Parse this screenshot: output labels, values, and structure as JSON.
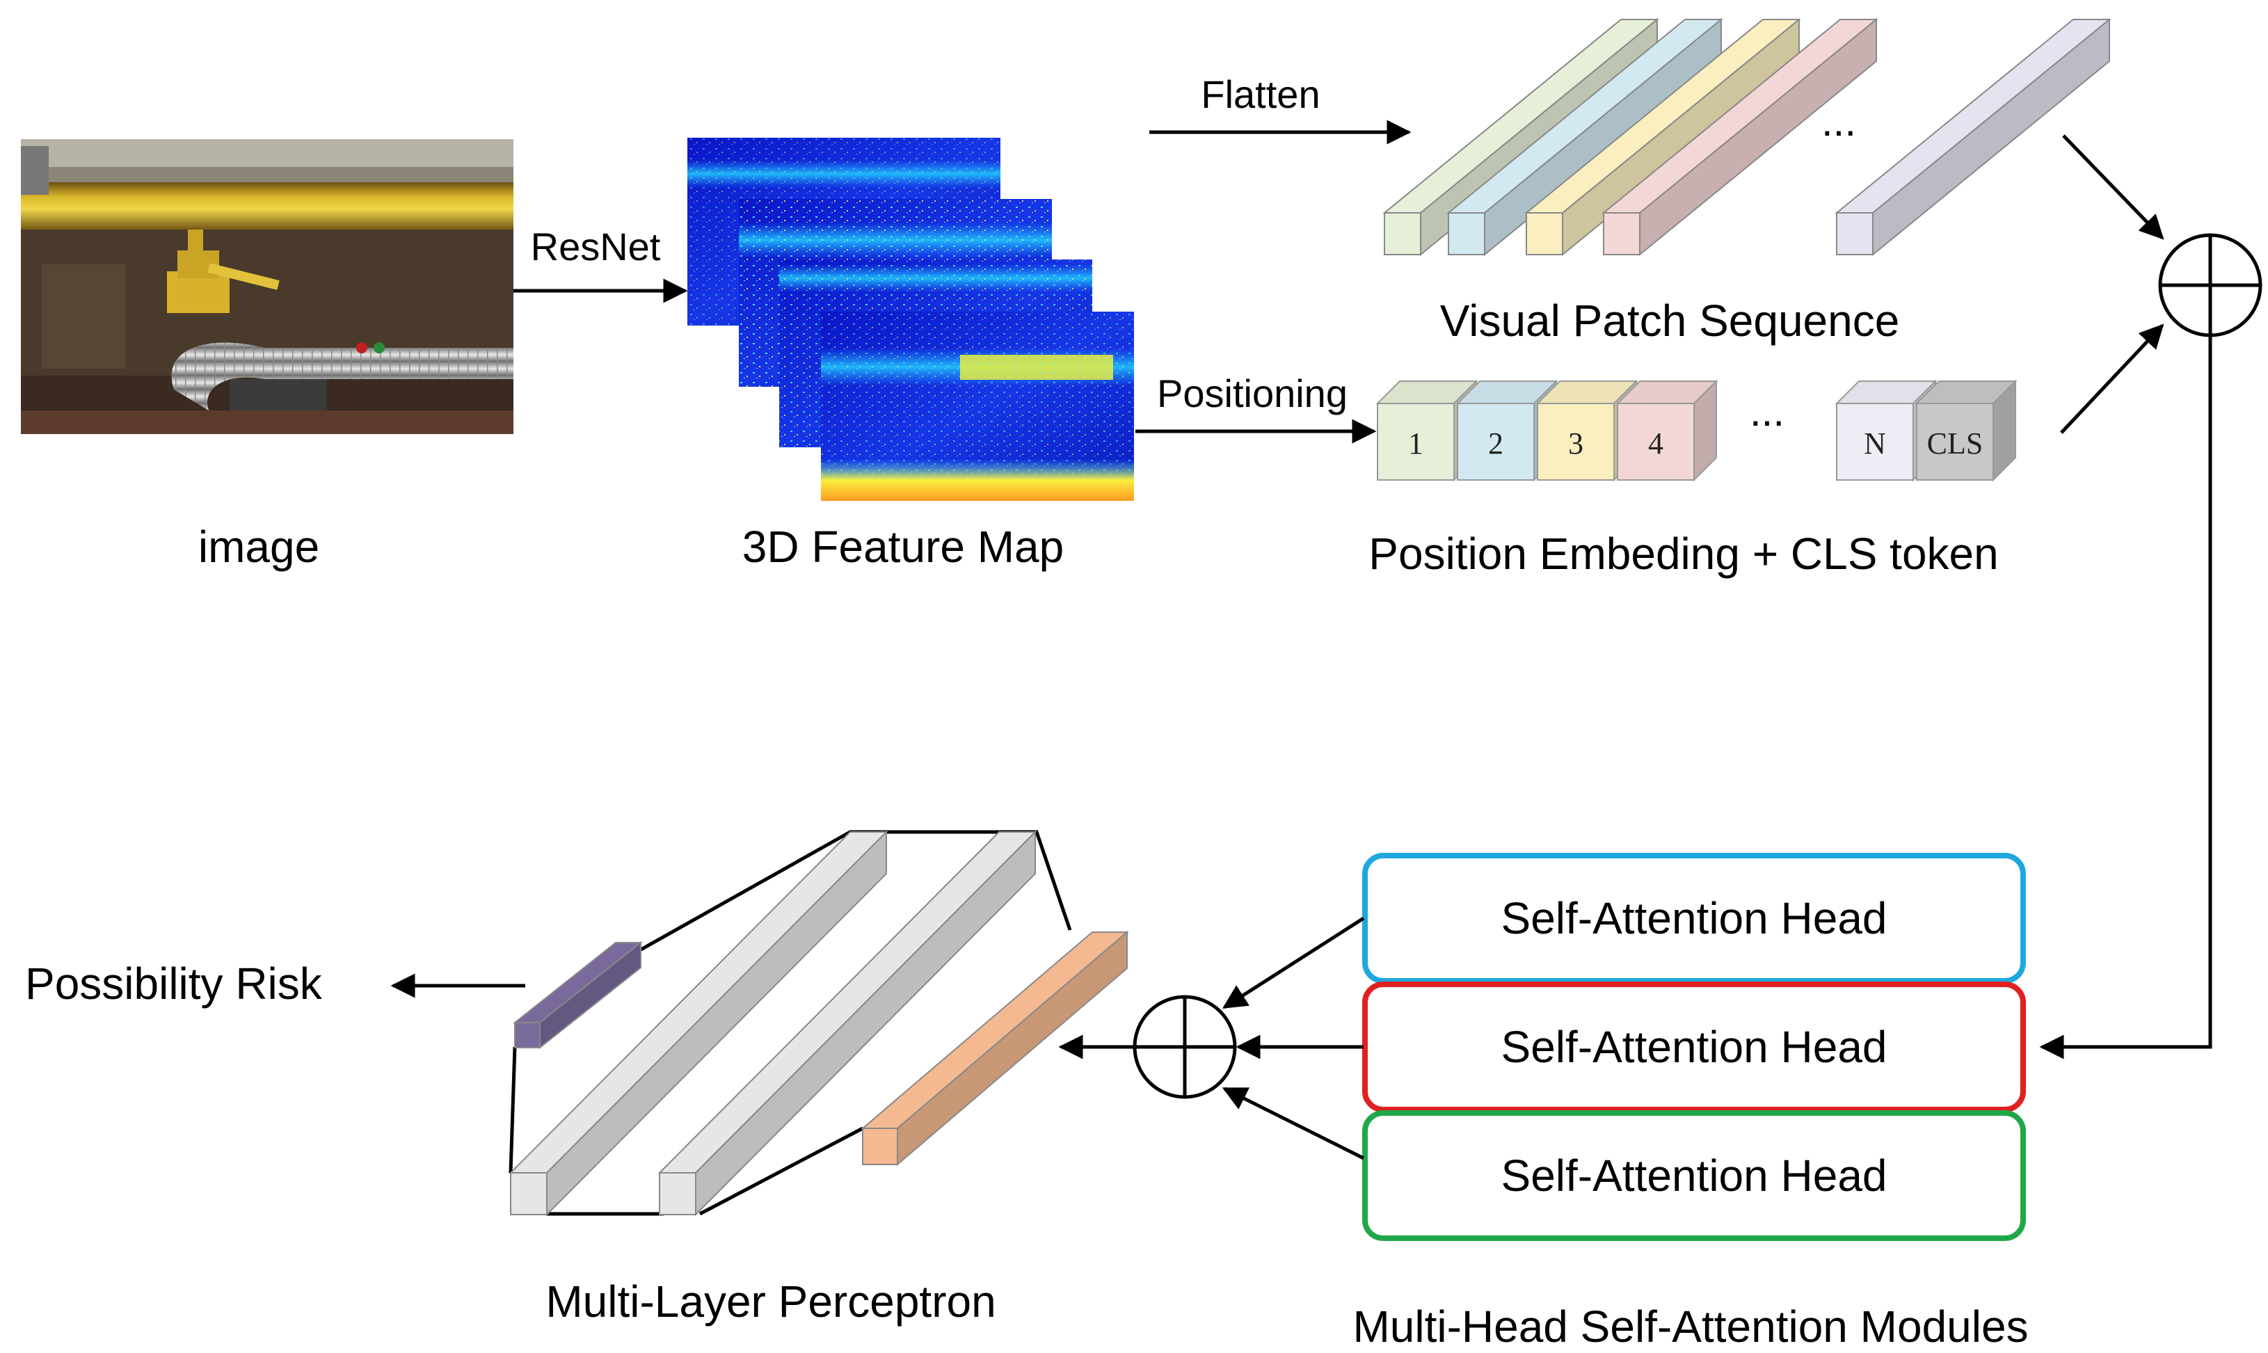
{
  "labels": {
    "image": "image",
    "feature_map": "3D Feature Map",
    "visual_patch_sequence": "Visual Patch Sequence",
    "position_embedding": "Position Embeding + CLS token",
    "mlp": "Multi-Layer Perceptron",
    "mhsa": "Multi-Head Self-Attention Modules",
    "output": "Possibility Risk"
  },
  "arrows": {
    "resnet": "ResNet",
    "flatten": "Flatten",
    "positioning": "Positioning"
  },
  "patches": {
    "ellipsis": "...",
    "colors": [
      "#e6efd8",
      "#d2e9f1",
      "#fbefc0",
      "#f3d7d6",
      "#e6e3f1"
    ]
  },
  "tokens": {
    "labels": [
      "1",
      "2",
      "3",
      "4",
      "N",
      "CLS"
    ],
    "ellipsis": "...",
    "colors": [
      "#e6efd8",
      "#d2e9f1",
      "#fbefc0",
      "#f3d7d6",
      "#eeecf4",
      "#c8c8c8"
    ]
  },
  "attention_heads": [
    {
      "label": "Self-Attention Head",
      "border_color": "#1ea8e0"
    },
    {
      "label": "Self-Attention Head",
      "border_color": "#e02020"
    },
    {
      "label": "Self-Attention Head",
      "border_color": "#20a848"
    }
  ],
  "colors": {
    "output_bar": "#7a6a9c",
    "mlp_last_bar": "#f4b990",
    "mlp_bar": "#e6e6e6"
  }
}
